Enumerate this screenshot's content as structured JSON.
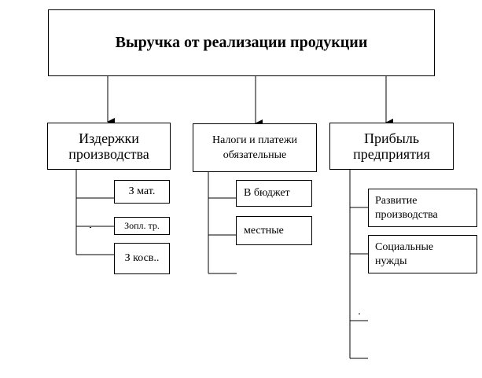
{
  "diagram": {
    "root": {
      "label": "Выручка от реализации продукции"
    },
    "categories": [
      {
        "label": "Издержки производства",
        "items": [
          "З мат.",
          "Зопл. тр.",
          "З косв.."
        ]
      },
      {
        "label": "Налоги и платежи обязательные",
        "items": [
          "В бюджет",
          "местные"
        ]
      },
      {
        "label": "Прибыль предприятия",
        "items": [
          "Развитие производства",
          "Социальные нужды"
        ]
      }
    ]
  }
}
